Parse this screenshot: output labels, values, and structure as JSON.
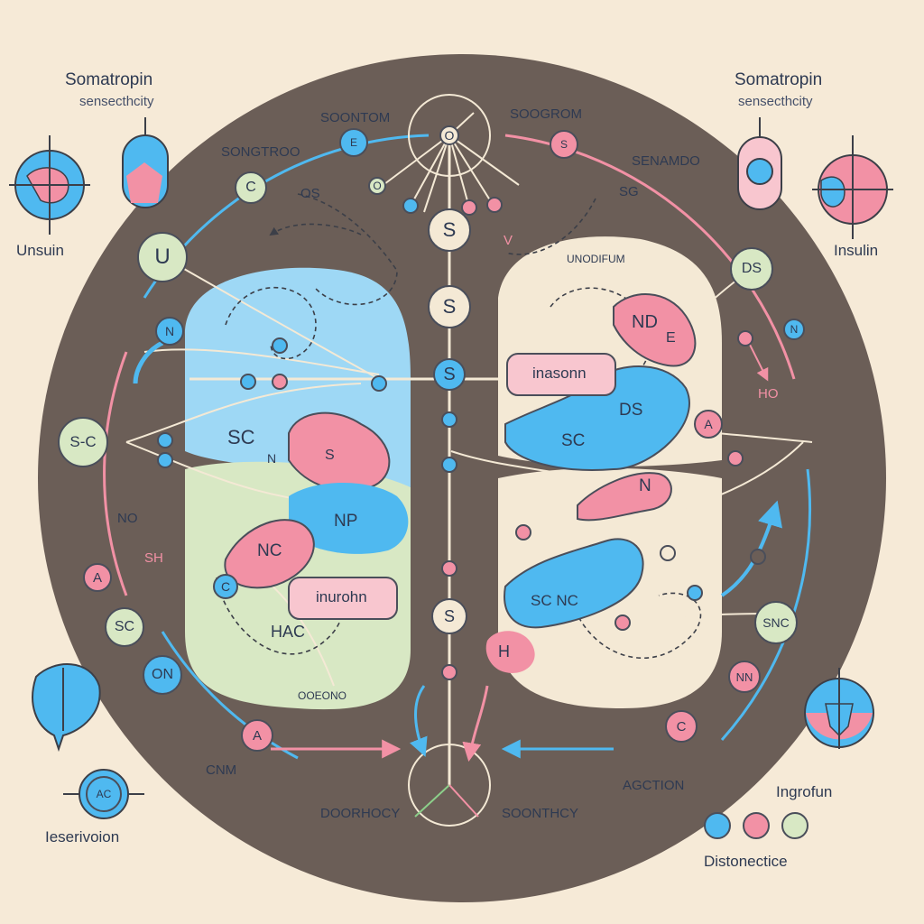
{
  "titles": {
    "left_title": "Somatropin",
    "left_subtitle": "sensecthcity",
    "right_title": "Somatropin",
    "right_subtitle": "sensecthcity"
  },
  "side_labels": {
    "unsuin": "Unsuin",
    "insulin": "Insulin",
    "leserion": "Ieserivoion",
    "ingrofun": "Ingrofun",
    "distonectice": "Distonectice"
  },
  "ring_labels": {
    "top_left": "SONGTROO",
    "top_center_left": "SOONTOM",
    "top_center_right": "SOOGROM",
    "top_right": "SENAMDO",
    "mid_left": "OS",
    "mid_right": "SG",
    "bottom_left": "CNM",
    "bottom_center_left": "DOORHOCY",
    "bottom_center_right": "SOONTHCY",
    "bottom_right": "AGCTION",
    "right_ho": "HO",
    "left_no": "NO",
    "left_sh": "SH",
    "right_v": "V"
  },
  "lobes": {
    "top_left_label": "SC",
    "top_left_sub": "N",
    "bottom_left_label": "HAC",
    "bottom_left_caption": "OOEONO",
    "top_right_caption": "UNODIFUM",
    "bottom_right_label": "SC NC"
  },
  "boxes": {
    "inasonn": "inasonn",
    "inurohn": "inurohn"
  },
  "blobs": {
    "nd": "ND",
    "nd_extra": "E",
    "ds": "DS",
    "sc_right": "SC",
    "s_pink": "S",
    "nc": "NC",
    "np": "NP",
    "n_right": "N",
    "h": "H"
  },
  "nodes": {
    "s1": "S",
    "s2": "S",
    "s3": "S",
    "s4": "S",
    "u": "U",
    "ds": "DS",
    "sc_left": "S-C",
    "sc_low": "SC",
    "a_left": "A",
    "c_small": "C",
    "c_top": "C",
    "o_top": "O",
    "n_small": "N",
    "on": "ON",
    "a_bottom": "A",
    "c_bottom": "C",
    "snc": "SNC",
    "nn": "NN",
    "a_right": "A",
    "ac": "AC",
    "o_mid": "O",
    "n_top": "N",
    "e_top": "E",
    "s_top": "S"
  },
  "colors": {
    "background": "#f6ead7",
    "disc": "#6b5e57",
    "blue": "#4fb9f0",
    "pink": "#f291a5",
    "green": "#d8e8c4",
    "cream": "#f4e9d5",
    "outline": "#4a4e5a"
  },
  "icons": [
    "globe-icon-left",
    "globe-icon-right",
    "thermometer-icon-left",
    "thermometer-icon-right",
    "leaf-icon",
    "shield-icon"
  ]
}
